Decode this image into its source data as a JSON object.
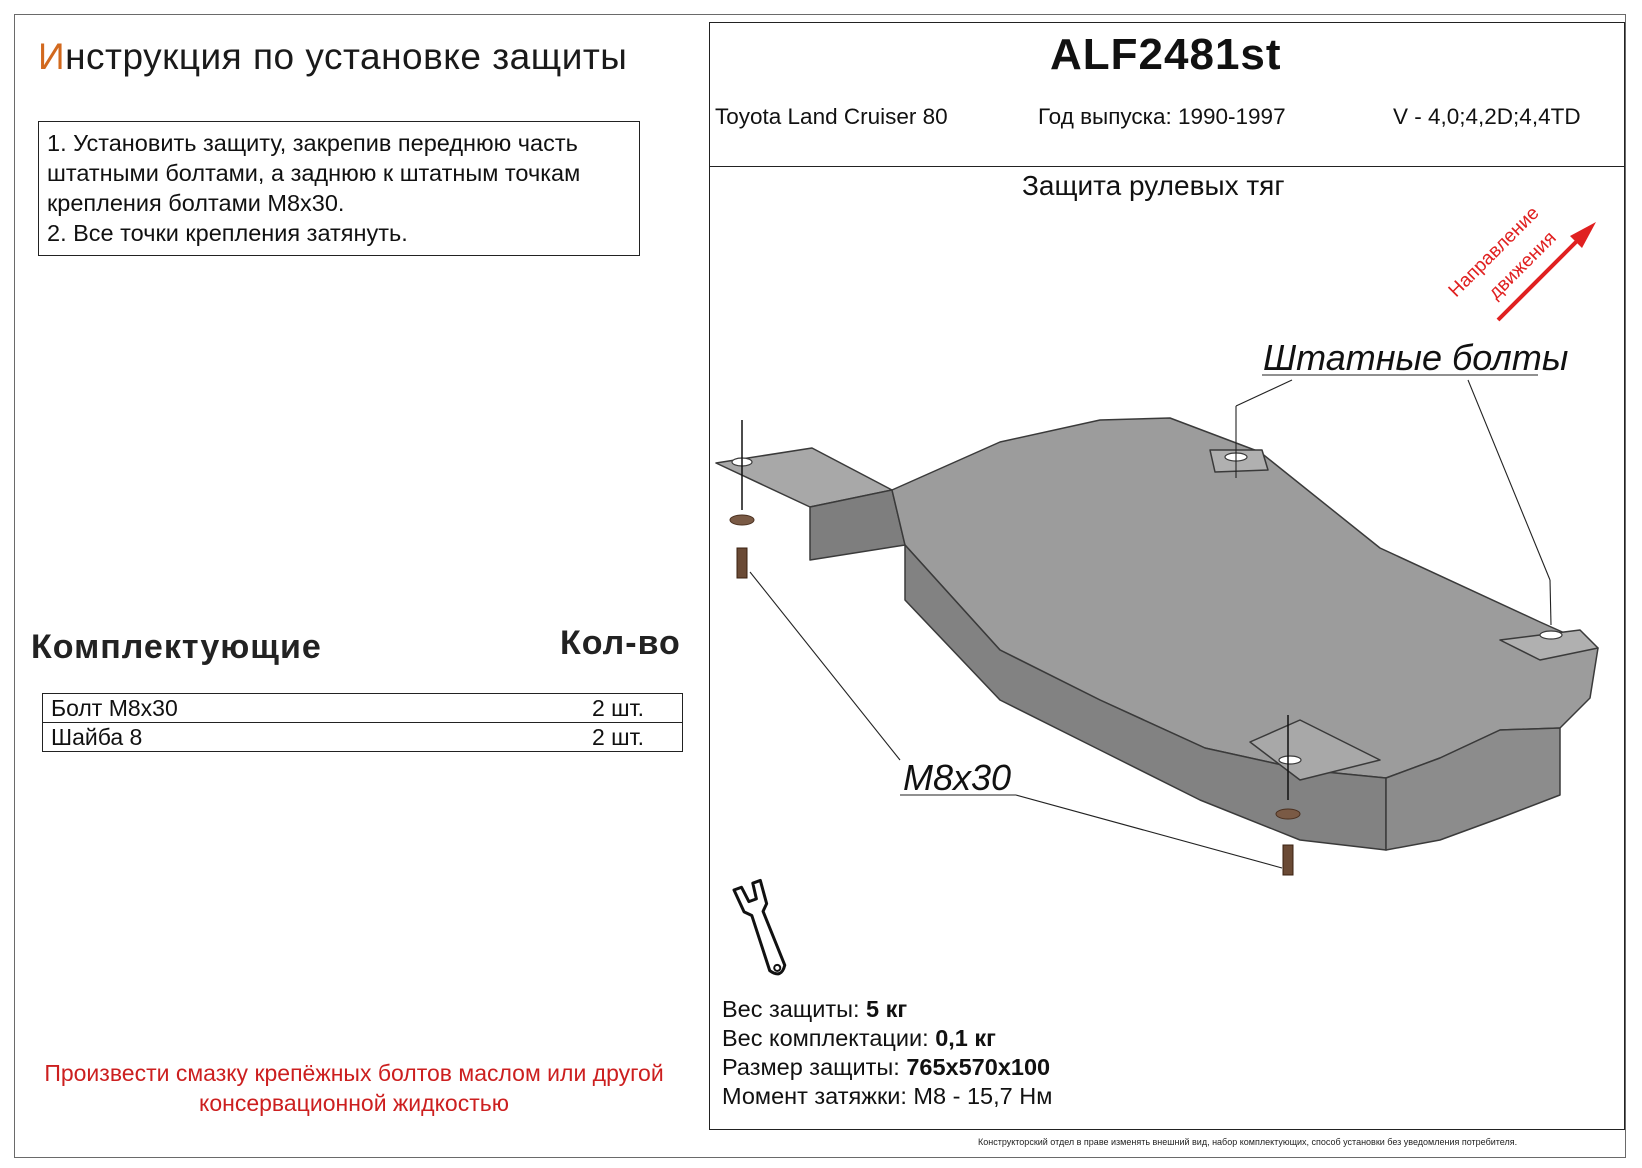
{
  "title": {
    "first_letter": "И",
    "rest": "нструкция по установке защиты"
  },
  "steps": [
    "1. Установить защиту, закрепив переднюю часть",
    "штатными болтами, а заднюю к штатным точкам",
    "крепления болтами М8х30.",
    "2. Все точки крепления затянуть."
  ],
  "kit": {
    "header_items": "Комплектующие",
    "header_qty": "Кол-во",
    "rows": [
      {
        "name": "Болт М8х30",
        "qty": "2 шт."
      },
      {
        "name": "Шайба 8",
        "qty": "2 шт."
      }
    ]
  },
  "warning": [
    "Произвести смазку крепёжных болтов маслом или другой",
    "консервационной жидкостью"
  ],
  "product": {
    "code": "ALF2481st",
    "car": "Toyota Land Cruiser 80",
    "year": "Год выпуска: 1990-1997",
    "engine": "V - 4,0;4,2D;4,4TD",
    "name": "Защита рулевых тяг"
  },
  "drawing": {
    "direction_label": [
      "Направление",
      "движения"
    ],
    "callout_stock_bolts": "Штатные болты",
    "callout_bolt": "М8х30",
    "direction_color": "#e02020",
    "part_color": "#9a9a9a",
    "icon": "wrench-icon"
  },
  "specs": {
    "weight_label": "Вес защиты: ",
    "weight_value": "5 кг",
    "kit_weight_label": "Вес комплектации: ",
    "kit_weight_value": "0,1 кг",
    "size_label": "Размер защиты: ",
    "size_value": "765х570х100",
    "torque_label": "Момент затяжки:  ",
    "torque_value": "М8 - 15,7 Нм"
  },
  "footer": "Конструкторский отдел в праве изменять внешний вид, набор комплектующих, способ установки без уведомления потребителя."
}
